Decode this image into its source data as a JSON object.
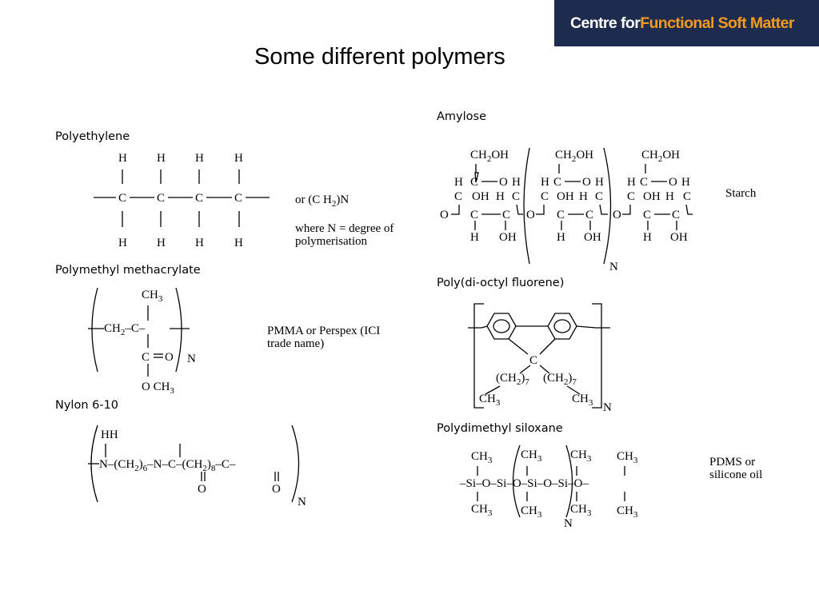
{
  "logo": {
    "part1": "Centre for ",
    "part2": "Functional Soft Matter"
  },
  "slide_title": "Some different polymers",
  "polyethylene": {
    "heading": "Polyethylene",
    "formula_prefix": "or (C H",
    "formula_sub": "2",
    "formula_suffix": ")N",
    "note_line1": "where N = degree of",
    "note_line2": "polymerisation",
    "atom_H": "H",
    "atom_C": "C"
  },
  "pmma": {
    "heading": "Polymethyl methacrylate",
    "note_line1": "PMMA or Perspex (ICI",
    "note_line2": "trade name)",
    "repeat": "N"
  },
  "nylon": {
    "heading": "Nylon 6-10",
    "repeat": "N"
  },
  "amylose": {
    "heading": "Amylose",
    "note": "Starch",
    "repeat": "N"
  },
  "fluorene": {
    "heading": "Poly(di-octyl fluorene)",
    "repeat": "N"
  },
  "pdms": {
    "heading": "Polydimethyl siloxane",
    "note_line1": "PDMS or",
    "note_line2": "silicone oil",
    "repeat": "N"
  }
}
